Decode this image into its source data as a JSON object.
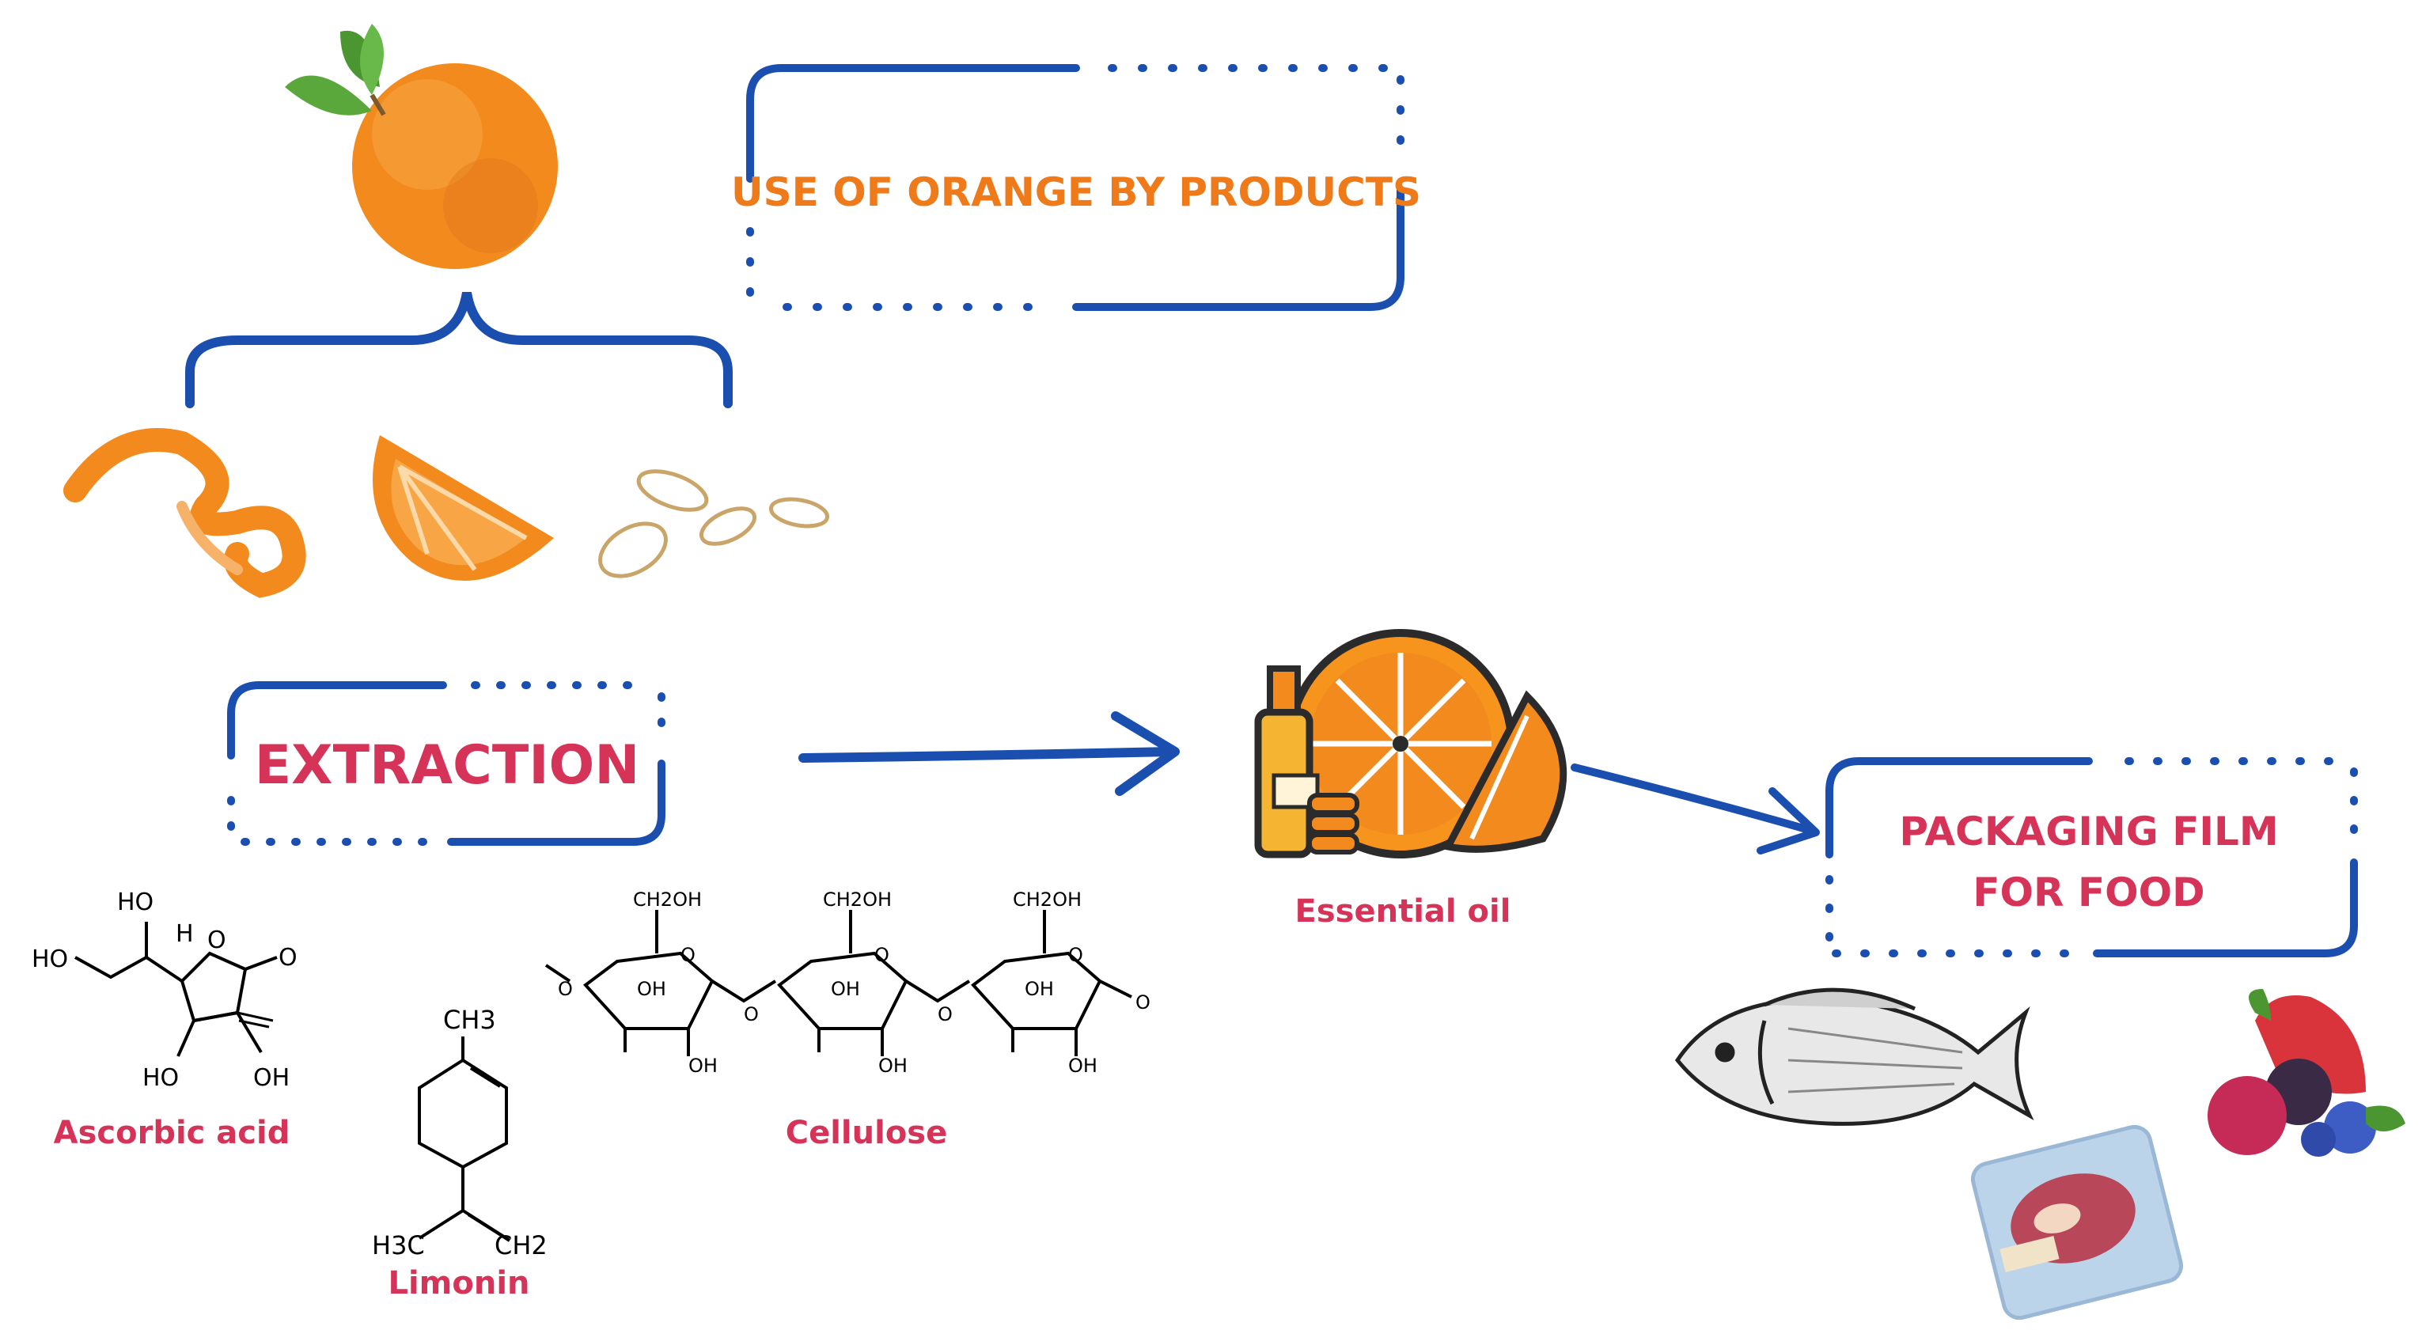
{
  "diagram": {
    "title": "USE OF ORANGE BY PRODUCTS",
    "extraction_label": "EXTRACTION",
    "product_label": "Essential oil",
    "packaging_label_line1": "PACKAGING FILM",
    "packaging_label_line2": "FOR FOOD",
    "compounds": {
      "ascorbic_acid": "Ascorbic acid",
      "limonin": "Limonin",
      "cellulose": "Cellulose"
    },
    "atoms": {
      "ho": "HO",
      "oh": "OH",
      "h": "H",
      "o": "O",
      "ch3_top": "CH3",
      "h3c": "H3C",
      "ch2": "CH2",
      "ch2oh": "CH2OH"
    }
  },
  "colors": {
    "blue": "#1a4fb0",
    "orange_text": "#ef7a1a",
    "red_text": "#d63358",
    "orange_fruit": "#f28a1e",
    "leaf": "#5aa83c"
  },
  "icons": [
    "orange-fruit-icon",
    "leaf-icon",
    "orange-peel-icon",
    "orange-slice-icon",
    "seeds-icon",
    "essential-oil-icon",
    "fish-icon",
    "berries-icon",
    "meat-package-icon"
  ]
}
